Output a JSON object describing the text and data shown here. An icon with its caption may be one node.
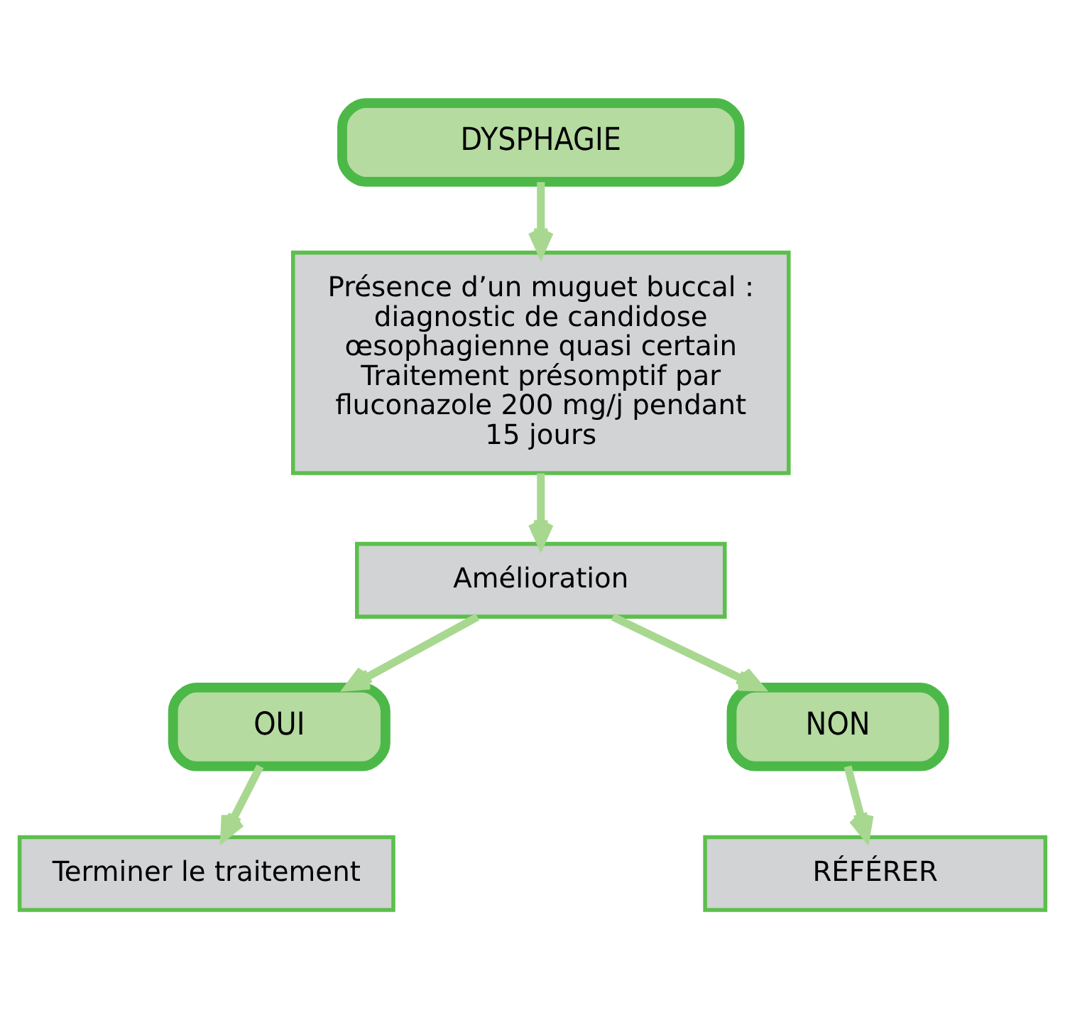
{
  "diagram": {
    "nodes": [
      {
        "text": [
          "DYSPHAGIE"
        ]
      },
      {
        "text": [
          "Présence d’un muguet buccal : diagnostic de candidose œsophagienne quasi certain",
          "Traitement présomptif par fluconazole 200 mg/j pendant 15 jours"
        ]
      },
      {
        "text": [
          "Amélioration"
        ]
      },
      {
        "text": [
          "OUI"
        ]
      },
      {
        "text": [
          "NON"
        ]
      },
      {
        "text": [
          "Terminer le traitement"
        ]
      },
      {
        "text": [
          "RÉFÉRER"
        ]
      }
    ],
    "edges": [
      {
        "from": 0,
        "to": 1,
        "arrow": "to"
      },
      {
        "from": 1,
        "to": 2,
        "arrow": "to"
      },
      {
        "from": 2,
        "to": 3,
        "arrow": "to"
      },
      {
        "from": 2,
        "to": 4,
        "arrow": "to"
      },
      {
        "from": 3,
        "to": 5,
        "arrow": "to"
      },
      {
        "from": 4,
        "to": 6,
        "arrow": "to"
      }
    ]
  }
}
